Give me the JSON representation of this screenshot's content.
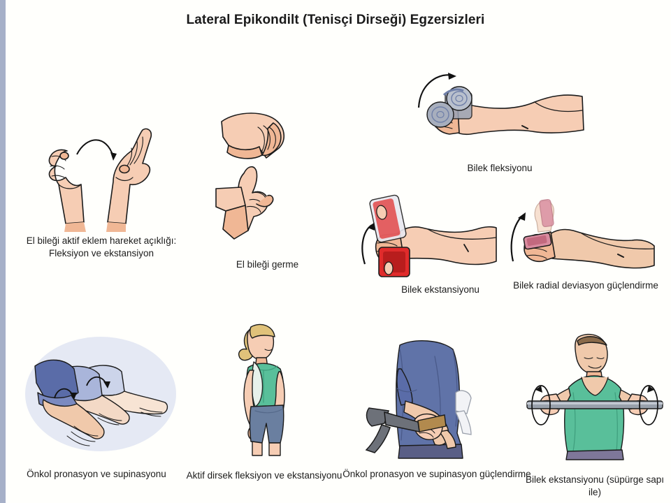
{
  "slide": {
    "title": "Lateral Epikondilt (Tenisçi Dirseği) Egzersizleri",
    "background_color": "#fffffc",
    "edge_bar_color": "#a6b0c8",
    "text_color": "#1c1c1c"
  },
  "palette": {
    "skin_light": "#f6cdb4",
    "skin_mid": "#f0b795",
    "skin_shadow": "#d99a78",
    "outline": "#1b1b1b",
    "weight_red": "#e02b2b",
    "weight_red_dark": "#b81d1d",
    "weight_pink": "#d98ca0",
    "weight_pink_light": "#e9b8c4",
    "dumbbell_grey": "#9aa3b5",
    "dumbbell_blue": "#6f7fa8",
    "sleeve_blue_dark": "#5a6ca8",
    "sleeve_blue_mid": "#a9b5da",
    "sleeve_blue_light": "#ccd4ea",
    "shirt_blue": "#6073a8",
    "shirt_blue_dark": "#4a5a8a",
    "tank_green": "#59bf9a",
    "tank_green_dark": "#3f9e7d",
    "shorts_blue": "#6a7fa0",
    "shorts_purple": "#7e7799",
    "hair_blonde": "#e0c27a",
    "bar_grey": "#98a0ab",
    "hammer_wood": "#b28a4e",
    "hammer_head": "#6d7179"
  },
  "exercises": [
    {
      "id": "wrist-rom",
      "caption": "El bileği aktif eklem hareket açıklığı:\nFleksiyon ve ekstansiyon",
      "row": 1,
      "column": 1,
      "illustration": "two-forearms-flexion-extension-with-arrow"
    },
    {
      "id": "wrist-stretch",
      "caption": "El bileği germe",
      "row": 1,
      "column": 2,
      "illustration": "two-hands-stretching-wrist"
    },
    {
      "id": "wrist-flexion",
      "caption": "Bilek fleksiyonu",
      "row": 1,
      "column": 3,
      "illustration": "forearm-with-dumbbell-curling-up"
    },
    {
      "id": "wrist-extension",
      "caption": "Bilek ekstansiyonu",
      "row": 2,
      "column": 3,
      "illustration": "forearm-holding-red-weight-extension"
    },
    {
      "id": "radial-deviation",
      "caption": "Bilek radial deviasyon güçlendirme",
      "row": 2,
      "column": 4,
      "illustration": "forearm-holding-pink-weight-radial-deviation"
    },
    {
      "id": "forearm-pron-sup",
      "caption": "Önkol pronasyon ve supinasyonu",
      "row": 3,
      "column": 1,
      "illustration": "three-sequential-forearms-rotating-blue-sleeves"
    },
    {
      "id": "elbow-flex-ext",
      "caption": "Aktif dirsek fleksiyon ve ekstansiyonu",
      "row": 3,
      "column": 2,
      "illustration": "standing-woman-green-tank-top"
    },
    {
      "id": "pron-sup-strength",
      "caption": "Önkol pronasyon ve supinasyon güçlendirme",
      "row": 3,
      "column": 3,
      "illustration": "person-blue-shirt-holding-hammer"
    },
    {
      "id": "wrist-ext-broomstick",
      "caption": "Bilek ekstansiyonu (süpürge sapı ile)",
      "row": 3,
      "column": 4,
      "illustration": "man-green-tank-holding-horizontal-bar"
    }
  ]
}
